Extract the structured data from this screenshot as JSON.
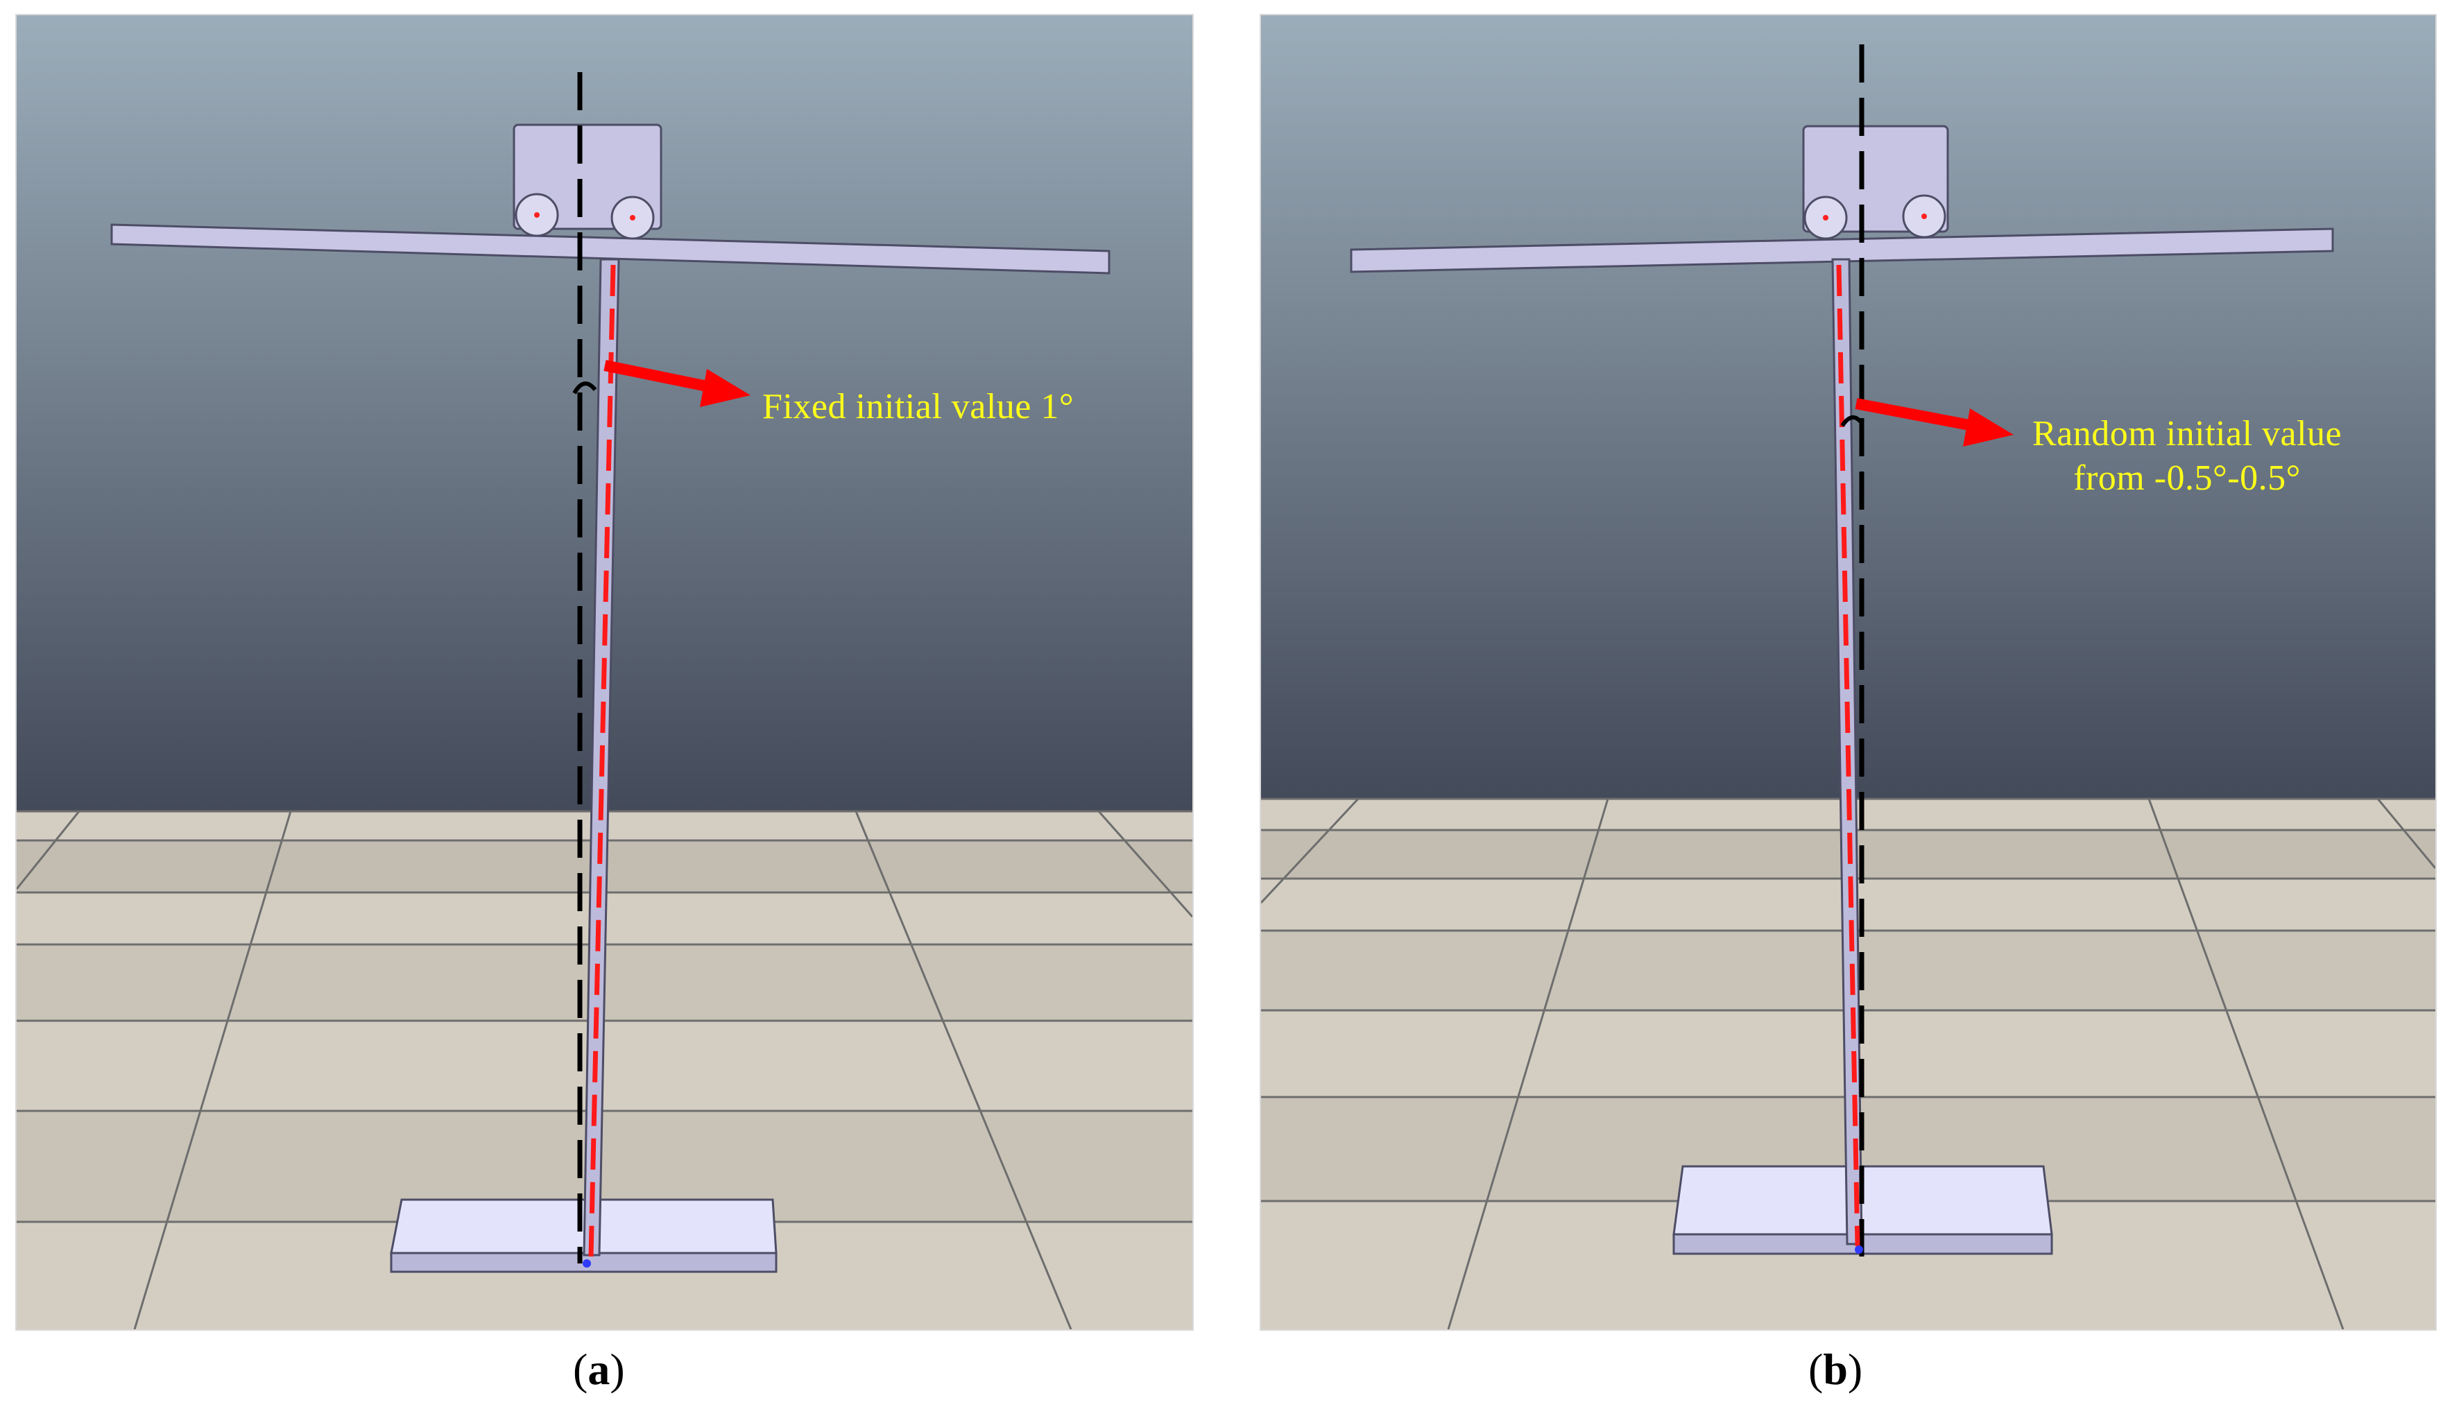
{
  "panels": [
    {
      "id": "a",
      "annotation": "Fixed initial value 1°",
      "caption": {
        "open": "(",
        "letter": "a",
        "close": ")"
      }
    },
    {
      "id": "b",
      "annotation_lines": [
        "Random initial value",
        "from -0.5°-0.5°"
      ],
      "caption": {
        "open": "(",
        "letter": "b",
        "close": ")"
      }
    }
  ],
  "colors": {
    "wall_top": "#9aabb8",
    "wall_bottom": "#444b5a",
    "floor_light": "#d8d2c6",
    "floor_dark": "#c4beb2",
    "grout": "#6b6b6b",
    "model_fill": "#c6c4e2",
    "model_stroke": "#4d4d66",
    "reference_line": "#000000",
    "pole_axis_line": "#ff1a1a",
    "arrow": "#ff0000",
    "annotation_text": "#ffff1a"
  },
  "icons": [
    "cart-icon",
    "pendulum-model",
    "reference-dashed-line",
    "pole-dashed-line",
    "angle-arc-icon",
    "pointer-arrow-icon"
  ]
}
